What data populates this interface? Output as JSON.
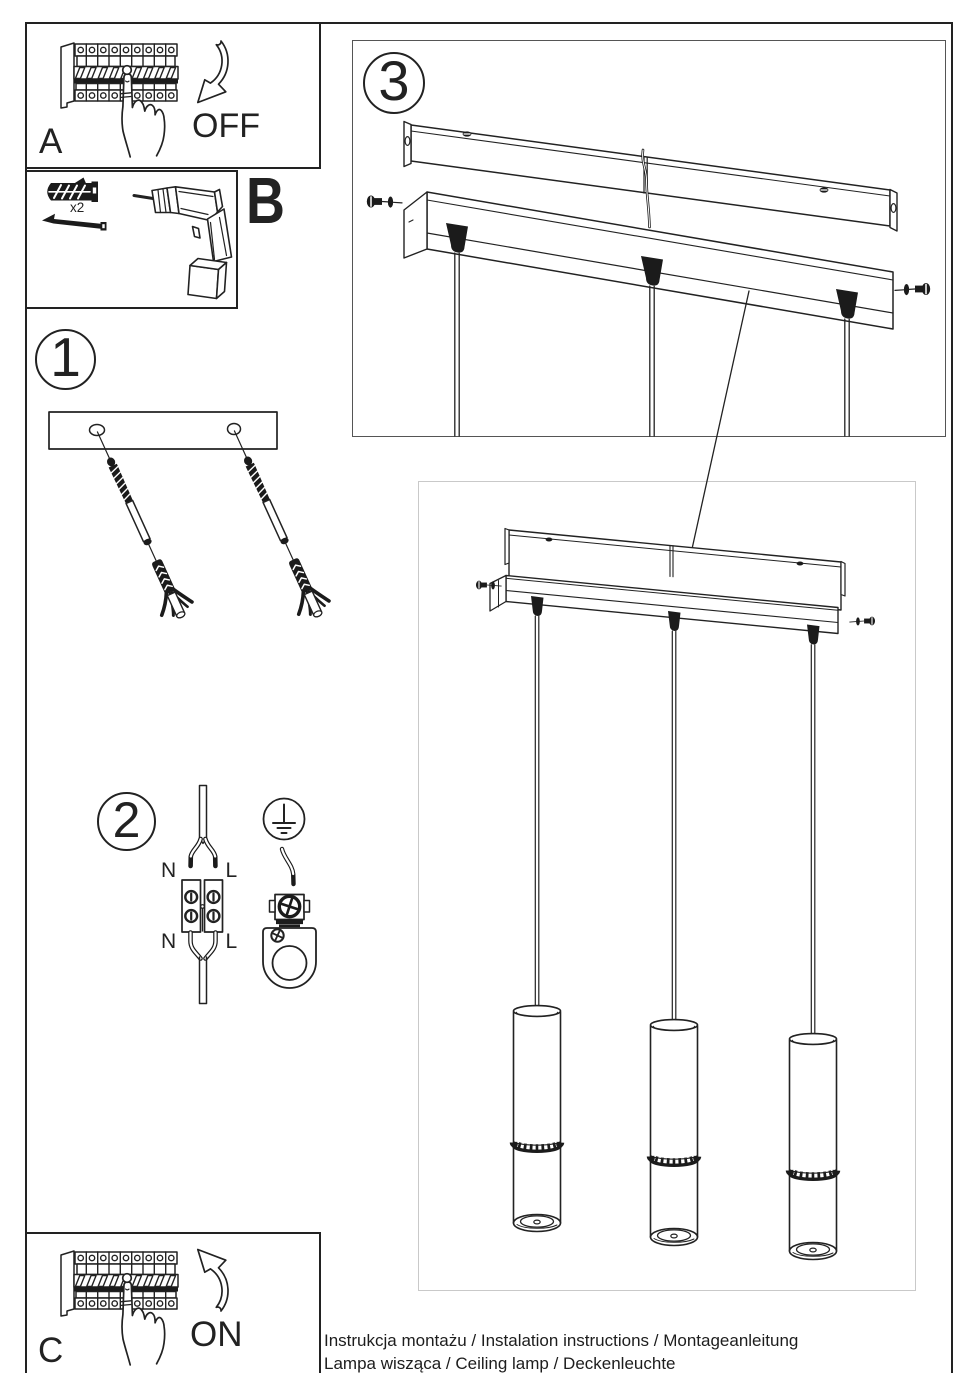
{
  "document": {
    "type": "installation-instruction-sheet",
    "footer_line1": "Instrukcja montażu / Instalation instructions / Montageanleitung",
    "footer_line2": "Lampa wisząca / Ceiling lamp / Deckenleuchte"
  },
  "panels": {
    "a": {
      "label": "A",
      "caption": "OFF"
    },
    "b": {
      "label": "B",
      "quantity": "x2"
    },
    "c": {
      "label": "C",
      "caption": "ON"
    },
    "step1": {
      "number": "1"
    },
    "step2": {
      "number": "2",
      "terminals": {
        "n_top": "N",
        "l_top": "L",
        "n_bottom": "N",
        "l_bottom": "L"
      }
    },
    "step3": {
      "number": "3"
    }
  },
  "colors": {
    "ink": "#222222",
    "black_fill": "#1b1b1b",
    "light_box_border": "#c9c9c9",
    "background": "#ffffff"
  }
}
